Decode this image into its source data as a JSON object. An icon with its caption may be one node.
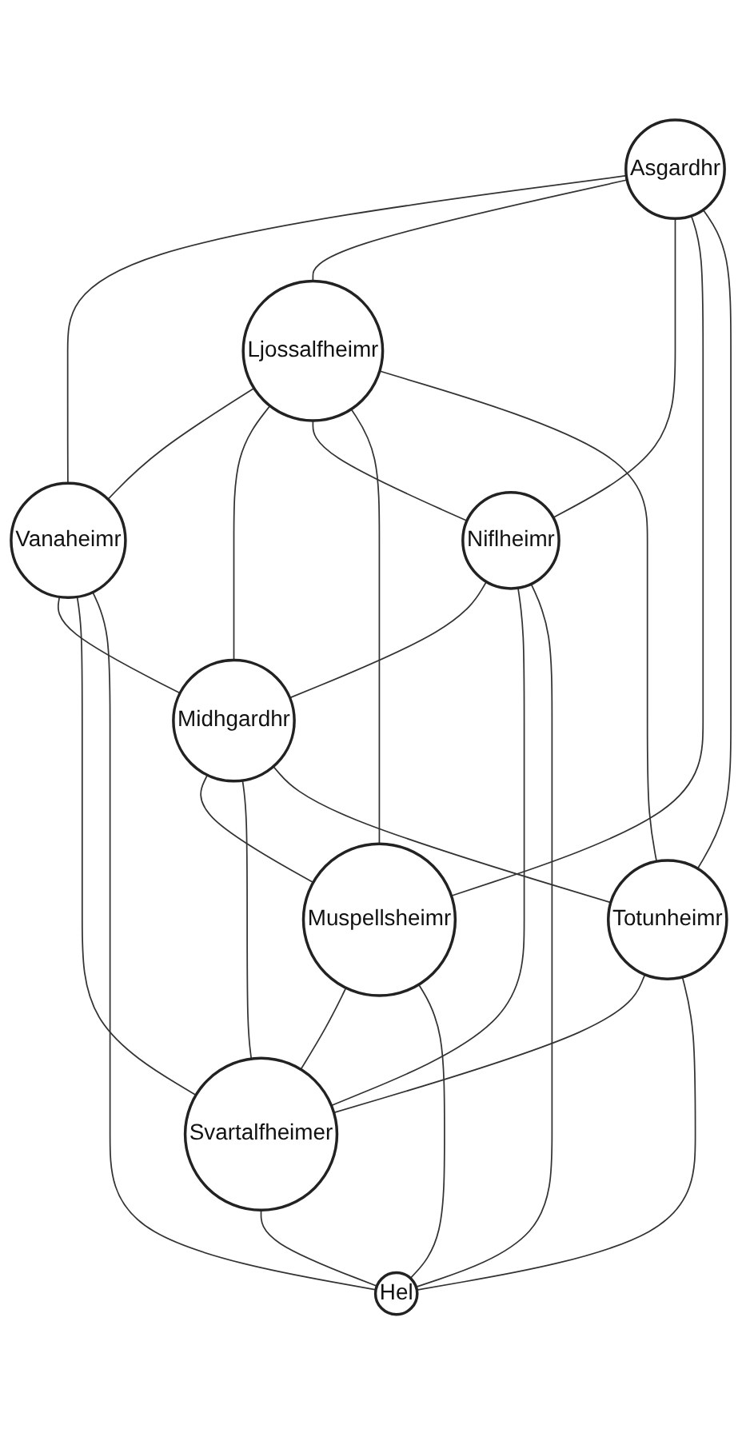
{
  "diagram": {
    "nodes": [
      {
        "text": [
          "Asgardhr"
        ]
      },
      {
        "text": [
          "Ljossalfheimr"
        ]
      },
      {
        "text": [
          "Vanaheimr"
        ]
      },
      {
        "text": [
          "Niflheimr"
        ]
      },
      {
        "text": [
          "Midhgardhr"
        ]
      },
      {
        "text": [
          "Muspellsheimr"
        ]
      },
      {
        "text": [
          "Totunheimr"
        ]
      },
      {
        "text": [
          "Svartalfheimer"
        ]
      },
      {
        "text": [
          "Hel"
        ]
      }
    ],
    "edges": [
      {
        "from": 0,
        "to": 2,
        "arrow": "none"
      },
      {
        "from": 0,
        "to": 1,
        "arrow": "none"
      },
      {
        "from": 0,
        "to": 3,
        "arrow": "none"
      },
      {
        "from": 0,
        "to": 5,
        "arrow": "none"
      },
      {
        "from": 0,
        "to": 6,
        "arrow": "none"
      },
      {
        "from": 1,
        "to": 2,
        "arrow": "none"
      },
      {
        "from": 1,
        "to": 4,
        "arrow": "none"
      },
      {
        "from": 1,
        "to": 3,
        "arrow": "none"
      },
      {
        "from": 1,
        "to": 5,
        "arrow": "none"
      },
      {
        "from": 1,
        "to": 6,
        "arrow": "none"
      },
      {
        "from": 2,
        "to": 4,
        "arrow": "none"
      },
      {
        "from": 3,
        "to": 4,
        "arrow": "none"
      },
      {
        "from": 4,
        "to": 5,
        "arrow": "none"
      },
      {
        "from": 4,
        "to": 7,
        "arrow": "none"
      },
      {
        "from": 4,
        "to": 6,
        "arrow": "none"
      },
      {
        "from": 2,
        "to": 7,
        "arrow": "none"
      },
      {
        "from": 5,
        "to": 7,
        "arrow": "none"
      },
      {
        "from": 6,
        "to": 7,
        "arrow": "none"
      },
      {
        "from": 3,
        "to": 7,
        "arrow": "none"
      },
      {
        "from": 2,
        "to": 8,
        "arrow": "none"
      },
      {
        "from": 5,
        "to": 8,
        "arrow": "none"
      },
      {
        "from": 7,
        "to": 8,
        "arrow": "none"
      },
      {
        "from": 6,
        "to": 8,
        "arrow": "none"
      },
      {
        "from": 3,
        "to": 8,
        "arrow": "none"
      }
    ]
  }
}
